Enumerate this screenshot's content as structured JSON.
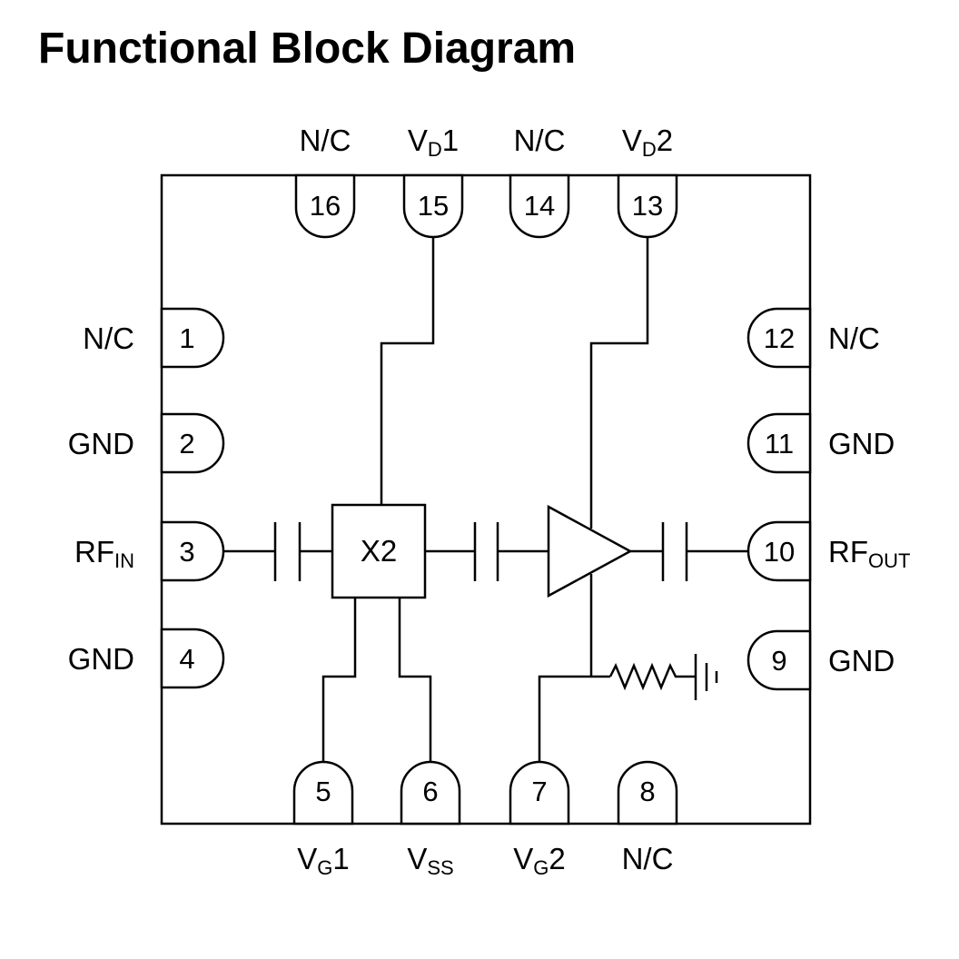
{
  "title": "Functional Block Diagram",
  "block_label": "X2",
  "pins": [
    {
      "num": "1",
      "label": "N/C"
    },
    {
      "num": "2",
      "label": "GND"
    },
    {
      "num": "3",
      "label": "RF",
      "sub": "IN"
    },
    {
      "num": "4",
      "label": "GND"
    },
    {
      "num": "5",
      "label": "V",
      "sub": "G",
      "suffix": "1"
    },
    {
      "num": "6",
      "label": "V",
      "sub": "SS"
    },
    {
      "num": "7",
      "label": "V",
      "sub": "G",
      "suffix": "2"
    },
    {
      "num": "8",
      "label": "N/C"
    },
    {
      "num": "9",
      "label": "GND"
    },
    {
      "num": "10",
      "label": "RF",
      "sub": "OUT"
    },
    {
      "num": "11",
      "label": "GND"
    },
    {
      "num": "12",
      "label": "N/C"
    },
    {
      "num": "13",
      "label": "V",
      "sub": "D",
      "suffix": "2"
    },
    {
      "num": "14",
      "label": "N/C"
    },
    {
      "num": "15",
      "label": "V",
      "sub": "D",
      "suffix": "1"
    },
    {
      "num": "16",
      "label": "N/C"
    }
  ]
}
